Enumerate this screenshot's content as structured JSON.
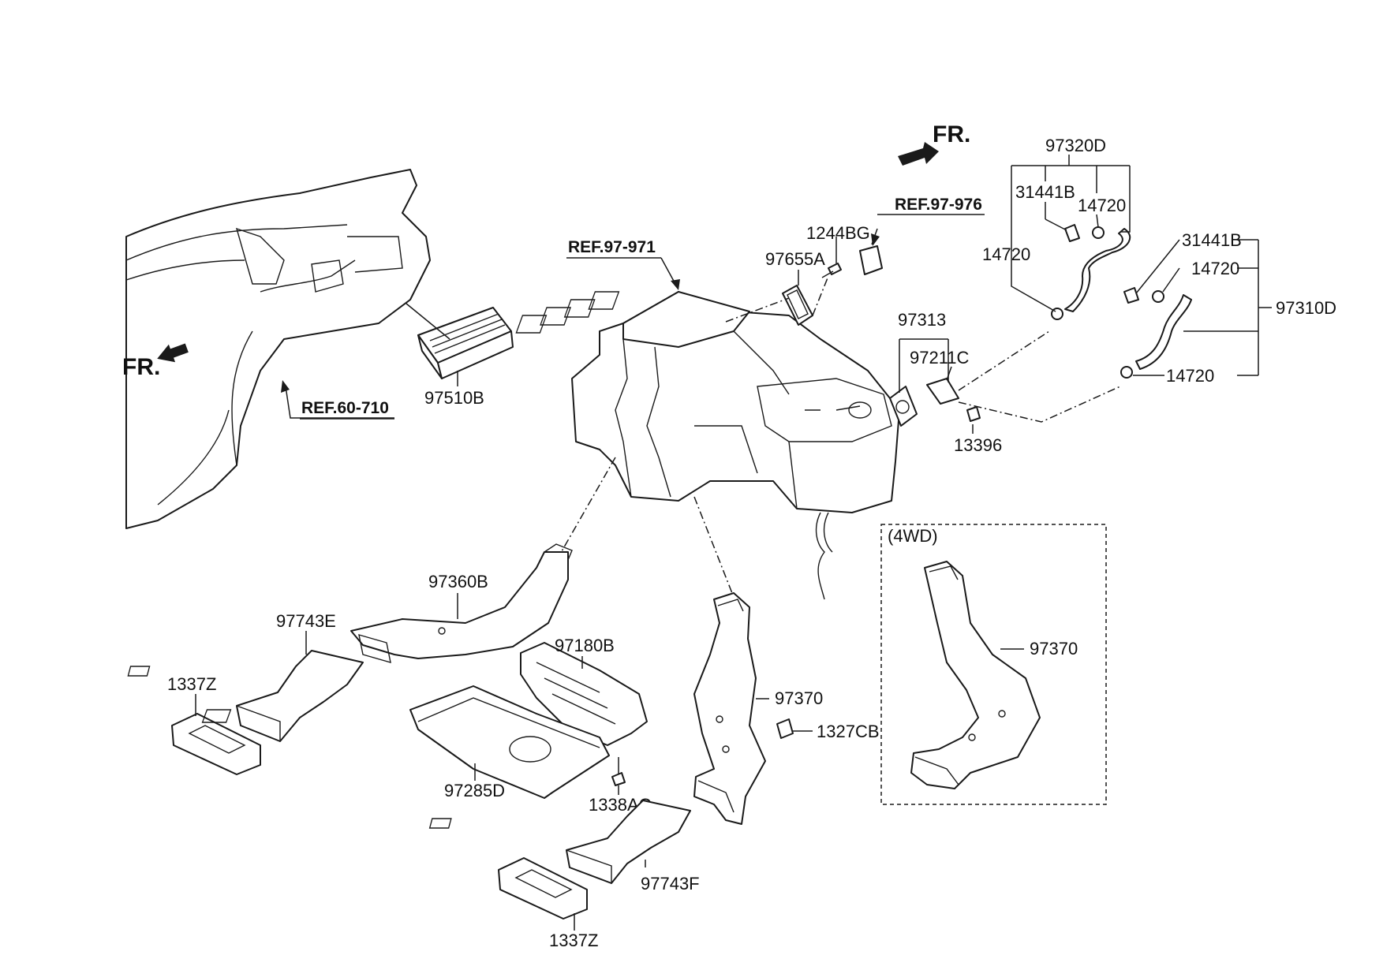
{
  "labels": {
    "p97320D": "97320D",
    "p31441B_a": "31441B",
    "p14720_a": "14720",
    "p14720_b": "14720",
    "p31441B_b": "31441B",
    "p14720_c": "14720",
    "p97310D": "97310D",
    "p14720_d": "14720",
    "p1244BG": "1244BG",
    "p97655A": "97655A",
    "p97313": "97313",
    "p97211C": "97211C",
    "p13396": "13396",
    "p97510B": "97510B",
    "p97360B": "97360B",
    "p97743E": "97743E",
    "p1337Z_a": "1337Z",
    "p97180B": "97180B",
    "p97370_a": "97370",
    "p1327CB": "1327CB",
    "p97285D": "97285D",
    "p1338AC": "1338AC",
    "p97743F": "97743F",
    "p1337Z_b": "1337Z",
    "p97370_b": "97370"
  },
  "refs": {
    "ref_97_976": "REF.97-976",
    "ref_97_971": "REF.97-971",
    "ref_60_710": "REF.60-710"
  },
  "markers": {
    "fr_left": "FR.",
    "fr_top": "FR.",
    "variant_4wd": "(4WD)"
  }
}
